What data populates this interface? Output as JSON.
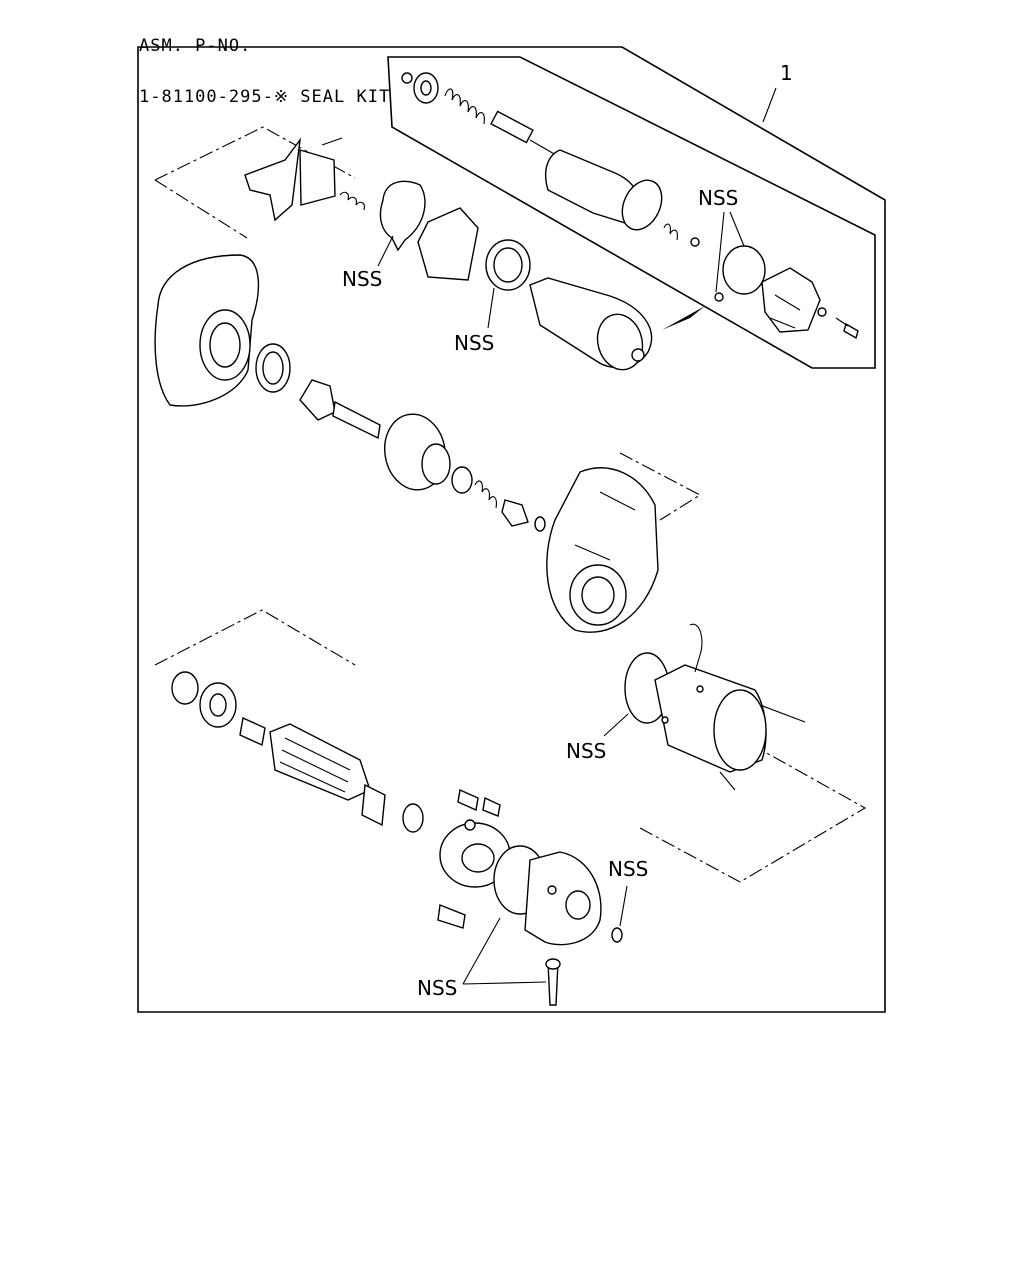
{
  "header": {
    "line1": "ASM. P-NO.",
    "line2": "1-81100-295-※ SEAL KIT"
  },
  "callouts": {
    "assembly_ref": "1",
    "nss": "NSS"
  }
}
